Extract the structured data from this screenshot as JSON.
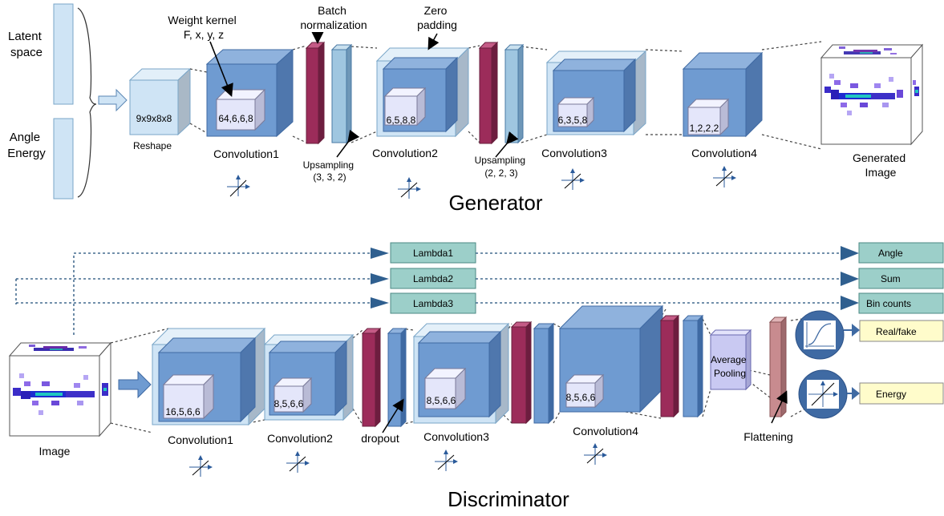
{
  "generator": {
    "title": "Generator",
    "inputs": [
      "Latent\nspace",
      "Angle\nEnergy"
    ],
    "reshape": {
      "dims": "9x9x8x8",
      "label": "Reshape"
    },
    "weight_kernel": "Weight kernel\nF, x, y, z",
    "batch_norm": "Batch\nnormalization",
    "zero_padding": "Zero\npadding",
    "upsampling1": "Upsampling\n(3, 3, 2)",
    "upsampling2": "Upsampling\n(2, 2, 3)",
    "conv_labels": [
      "Convolution1",
      "Convolution2",
      "Convolution3",
      "Convolution4"
    ],
    "conv_kernels": [
      "64,6,6,8",
      "6,5,8,8",
      "6,3,5,8",
      "1,2,2,2"
    ],
    "output": "Generated\nImage"
  },
  "discriminator": {
    "title": "Discriminator",
    "input": "Image",
    "conv_labels": [
      "Convolution1",
      "Convolution2",
      "Convolution3",
      "Convolution4"
    ],
    "conv_kernels": [
      "16,5,6,6",
      "8,5,6,6",
      "8,5,6,6",
      "8,5,6,6"
    ],
    "dropout": "dropout",
    "avg_pool": "Average\nPooling",
    "flattening": "Flattening",
    "lambdas": [
      "Lambda1",
      "Lambda2",
      "Lambda3"
    ],
    "outputs": [
      "Angle",
      "Sum",
      "Bin counts"
    ],
    "real_fake": "Real/fake",
    "energy": "Energy"
  },
  "colors": {
    "light_box": "#cfe4f5",
    "conv_blue": "#6f9bd1",
    "conv_dark": "#4a74ad",
    "inner_cube": "#e4e6fa",
    "batch_norm": "#9c2c5a",
    "upsample": "#9fc6e0",
    "lambda_box": "#9ccfc9",
    "output_yellow": "#fffccb",
    "flatten": "#c88b8f",
    "pool": "#c9c9f2"
  }
}
